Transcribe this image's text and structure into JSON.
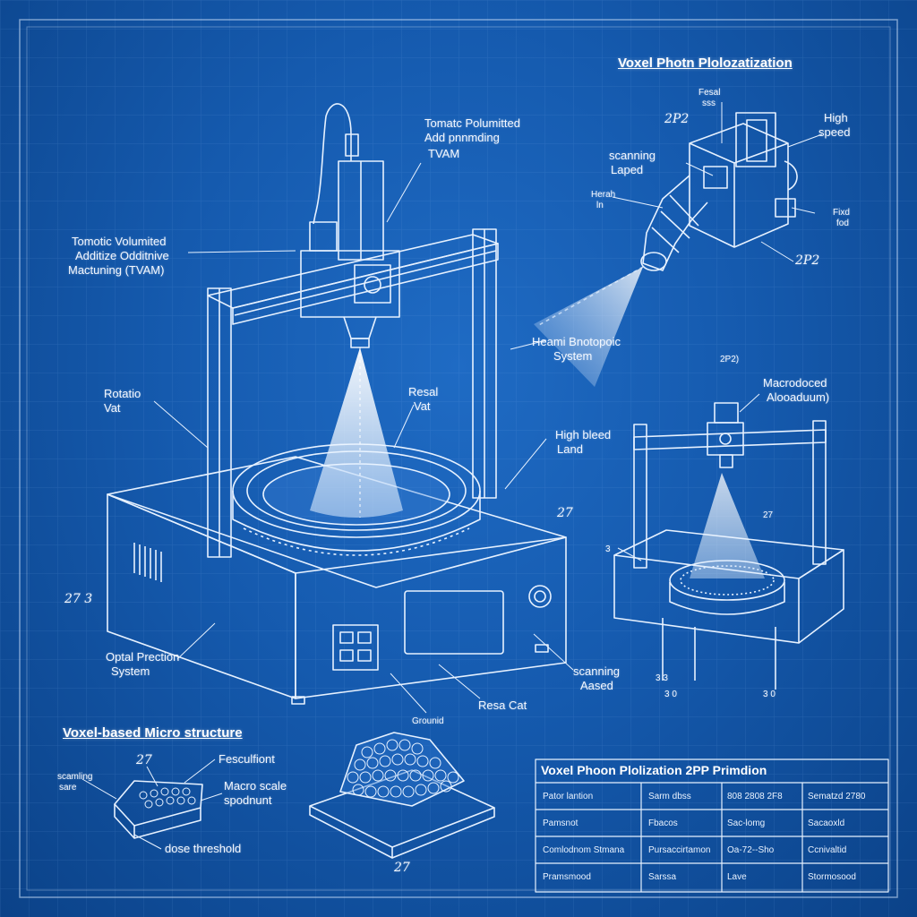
{
  "title": "Voxel Photn Plolozatization",
  "main_machine": {
    "top_label": [
      "Tomatc Polumitted",
      "Add pnnmding",
      "TVAM"
    ],
    "left_label": [
      "Tomotic Volumited",
      "Additize Odditnive",
      "Mactuning (TVAM)"
    ],
    "rotation_vat": [
      "Rotatio",
      "Vat"
    ],
    "resal_vat": [
      "Resal",
      "Vat"
    ],
    "high_bleed_land": [
      "High bleed",
      "Land"
    ],
    "optical_projection": [
      "Optal Prection",
      "System"
    ],
    "scanning_laser": [
      "scanning",
      "Aased"
    ],
    "resa_cat": "Resa Cat",
    "ground": "Grounid",
    "ref_27_right": "27",
    "ref_27_left": "27   3"
  },
  "laser_unit": {
    "label_2p2_top": "2P2",
    "label_2p2_bottom": "2P2",
    "feed_label": [
      "Fesal",
      "sss"
    ],
    "high_speed": [
      "High",
      "speed"
    ],
    "scanning_laser": [
      "scanning",
      "Laped"
    ],
    "heron_label": [
      "Herah",
      "ln"
    ],
    "fixed_label": [
      "Fixd",
      "fod"
    ],
    "projection_system": [
      "Heami Bnotopoic",
      "System"
    ],
    "ref_2p": "2P2)"
  },
  "mini_machine": {
    "label": [
      "Macrodoced",
      "Alooaduum)"
    ],
    "ref_27": "27",
    "ref_3": "3",
    "ref_bottom_left": "3 3",
    "ref_bottom_mid": "3 0",
    "ref_bottom_right": "3 0"
  },
  "micro_section": {
    "header": "Voxel-based Micro structure",
    "scanning_label": [
      "scamling",
      "sare"
    ],
    "ref_27": "27",
    "feed_label": "Fesculfiont",
    "macro_label": [
      "Macro scale",
      "spodnunt"
    ],
    "dose_label": "dose threshold",
    "ref_bottom": "27"
  },
  "table": {
    "title": "Voxel Phoon Plolization 2PP  Primdion",
    "rows": [
      {
        "name": "Pator lantion",
        "col2": "Sarm dbss",
        "col3": "808  2808  2F8",
        "col4": "Sematzd  2780"
      },
      {
        "name": "Pamsnot",
        "col2": "Fbacos",
        "col3": "Sac-lomg",
        "col4": "Sacaoxld"
      },
      {
        "name": "Comlodnom Stmana",
        "col2": "Pursaccirtamon",
        "col3": "Oa-72--Sho",
        "col4": "Ccnivaltid"
      },
      {
        "name": "Pramsmood",
        "col2": "Sarssa",
        "col3": "Lave",
        "col4": "Stormosood"
      }
    ]
  },
  "colors": {
    "background": "#155aae",
    "line": "#e6f1ff",
    "glow": "#ffffff"
  }
}
